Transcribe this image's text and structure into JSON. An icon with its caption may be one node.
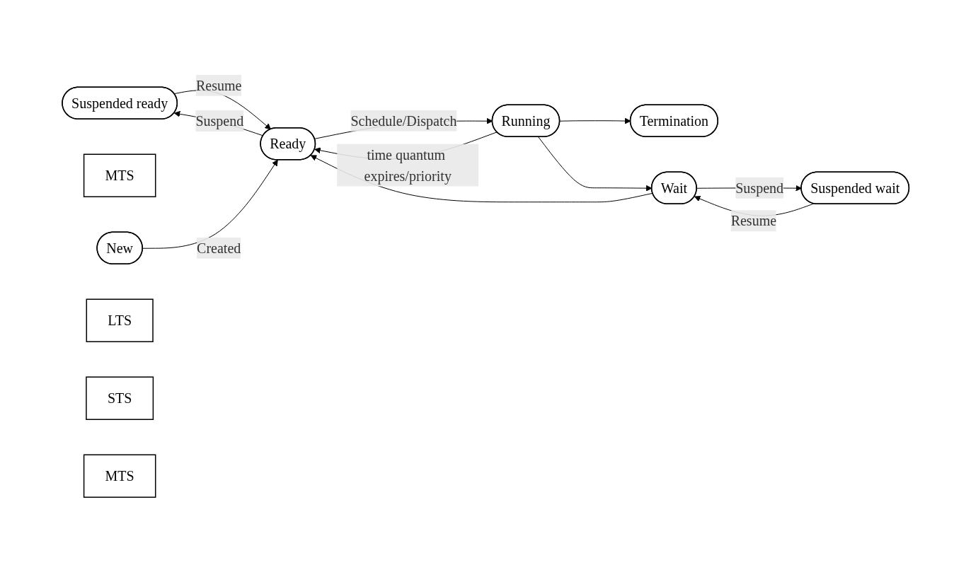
{
  "diagram": {
    "nodes": [
      {
        "text": [
          "Suspended ready"
        ]
      },
      {
        "text": [
          "MTS"
        ]
      },
      {
        "text": [
          "New"
        ]
      },
      {
        "text": [
          "Ready"
        ]
      },
      {
        "text": [
          "Running"
        ]
      },
      {
        "text": [
          "Termination"
        ]
      },
      {
        "text": [
          "LTS"
        ]
      },
      {
        "text": [
          "STS"
        ]
      },
      {
        "text": [
          "Wait"
        ]
      },
      {
        "text": [
          "MTS"
        ]
      },
      {
        "text": [
          "Suspended wait"
        ]
      }
    ],
    "edges": [
      {
        "from": 3,
        "to": 0,
        "label": "Suspend",
        "arrow": "to"
      },
      {
        "from": 0,
        "to": 3,
        "label": "Resume",
        "arrow": "to"
      },
      {
        "from": 2,
        "to": 3,
        "label": "Created",
        "arrow": "to"
      },
      {
        "from": 3,
        "to": 4,
        "label": "Schedule/Dispatch",
        "arrow": "to"
      },
      {
        "from": 4,
        "to": 3,
        "label": "time quantum expires/priority",
        "arrow": "to"
      },
      {
        "from": 4,
        "to": 5,
        "arrow": "to"
      },
      {
        "from": 4,
        "to": 8,
        "arrow": "to"
      },
      {
        "from": 8,
        "to": 3,
        "arrow": "to"
      },
      {
        "from": 8,
        "to": 10,
        "label": "Suspend",
        "arrow": "to"
      },
      {
        "from": 10,
        "to": 8,
        "label": "Resume",
        "arrow": "to"
      }
    ]
  }
}
